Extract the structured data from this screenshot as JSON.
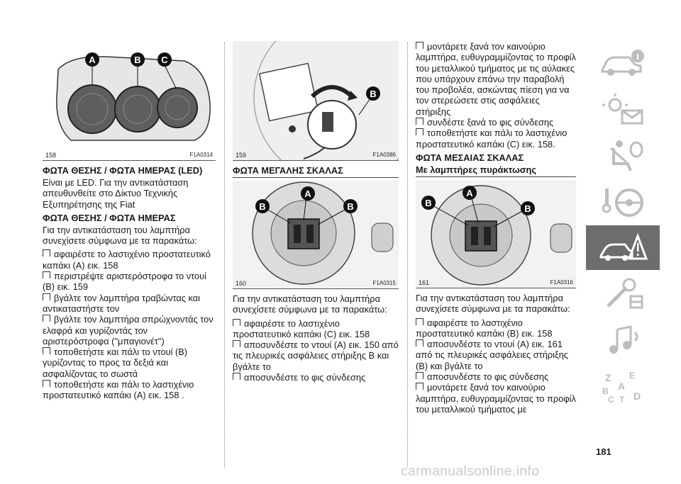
{
  "page_number": "181",
  "watermark": "carmanualsonline.info",
  "figures": {
    "f158": {
      "number": "158",
      "code": "F1A0314",
      "labels": [
        "A",
        "B",
        "C"
      ]
    },
    "f159": {
      "number": "159",
      "code": "F1A0386",
      "labels": [
        "B"
      ]
    },
    "f160": {
      "number": "160",
      "code": "F1A0315",
      "labels": [
        "A",
        "B",
        "B"
      ]
    },
    "f161": {
      "number": "161",
      "code": "F1A0316",
      "labels": [
        "A",
        "B",
        "B"
      ]
    }
  },
  "col1": {
    "h1": "ΦΩΤΑ ΘΕΣΗΣ / ΦΩΤΑ ΗΜΕΡΑΣ (LED)",
    "p1": "Είναι με LED. Για την αντικατάσταση απευθυνθείτε στο Δίκτυο Τεχνικής Εξυπηρέτησης της Fiat",
    "h2": "ΦΩΤΑ ΘΕΣΗΣ / ΦΩΤΑ ΗΜΕΡΑΣ",
    "p2": "Για την αντικατάσταση του λαμπτήρα συνεχίσετε σύμφωνα με τα παρακάτω:",
    "items": [
      "αφαιρέστε το λαστιχένιο προστατευτικό καπάκι (A) εικ. 158",
      "περιστρέψτε αριστερόστροφα το ντουί (B) εικ. 159",
      "βγάλτε τον λαμπτήρα τραβώντας και αντικαταστήστε τον",
      "βγάλτε τον λαμπτήρα σπρώχνοντάς τον ελαφρά και γυρίζοντάς τον αριστερόστροφα (\"μπαγιονέτ\")",
      "τοποθετήστε και πάλι το ντουί (B) γυρίζοντας το προς τα δεξιά και ασφαλίζοντας το σωστά",
      "τοποθετήστε και πάλι το λαστιχένιο προστατευτικό καπάκι (A) εικ. 158 ."
    ]
  },
  "col2": {
    "h1": "ΦΩΤΑ ΜΕΓΑΛΗΣ ΣΚΑΛΑΣ",
    "p1": "Για την αντικατάσταση του λαμπτήρα συνεχίσετε σύμφωνα με τα παρακάτω:",
    "items": [
      "αφαιρέστε το λαστιχένιο προστατευτικό καπάκι (C) εικ. 158",
      "αποσυνδέστε το ντουί (A) εικ. 150 από τις πλευρικές ασφάλειες στήριξης B και βγάλτε το",
      "αποσυνδέστε το φις σύνδεσης"
    ]
  },
  "col3": {
    "items_top": [
      "μοντάρετε ξανά τον καινούριο λαμπτήρα, ευθυγραμμίζοντας το προφίλ του μεταλλικού τμήματος με τις αύλακες που υπάρχουν επάνω την παραβολή του προβολέα, ασκώντας πίεση για να τον στερεώσετε στις ασφάλειες στήριξης",
      "συνδέστε ξανά το φις σύνδεσης",
      "τοποθετήστε και πάλι το λαστιχένιο προστατευτικό καπάκι (C) εικ. 158."
    ],
    "h1": "ΦΩΤΑ ΜΕΣΑΙΑΣ ΣΚΑΛΑΣ",
    "h2": "Με λαμπτήρες πυράκτωσης",
    "p1": "Για την αντικατάσταση του λαμπτήρα συνεχίσετε σύμφωνα με τα παρακάτω:",
    "items": [
      "αφαιρέστε το λαστιχένιο προστατευτικό καπάκι (B) εικ. 158",
      "αποσυνδέστε το ντουί (A) εικ. 161 από τις πλευρικές ασφάλειες στήριξης (B) και βγάλτε το",
      "αποσυνδέστε το φις σύνδεσης",
      "μοντάρετε ξανά τον καινούριο λαμπτήρα, ευθυγραμμίζοντας το προφίλ του μεταλλικού τμήματος με"
    ]
  },
  "sidebar": {
    "tabs": [
      {
        "icon": "car-info-icon",
        "active": false
      },
      {
        "icon": "warning-lights-icon",
        "active": false
      },
      {
        "icon": "airbag-seat-icon",
        "active": false
      },
      {
        "icon": "steering-wheel-icon",
        "active": false
      },
      {
        "icon": "breakdown-icon",
        "active": true
      },
      {
        "icon": "maintenance-tools-icon",
        "active": false
      },
      {
        "icon": "multimedia-icon",
        "active": false
      },
      {
        "icon": "index-letters-icon",
        "active": false
      }
    ],
    "index_letters": [
      "Z",
      "E",
      "A",
      "B",
      "C",
      "T",
      "D"
    ]
  },
  "colors": {
    "active_tab": "#6d6d6d",
    "icon_gray": "#bdbdbd",
    "label_circle": "#111111"
  }
}
